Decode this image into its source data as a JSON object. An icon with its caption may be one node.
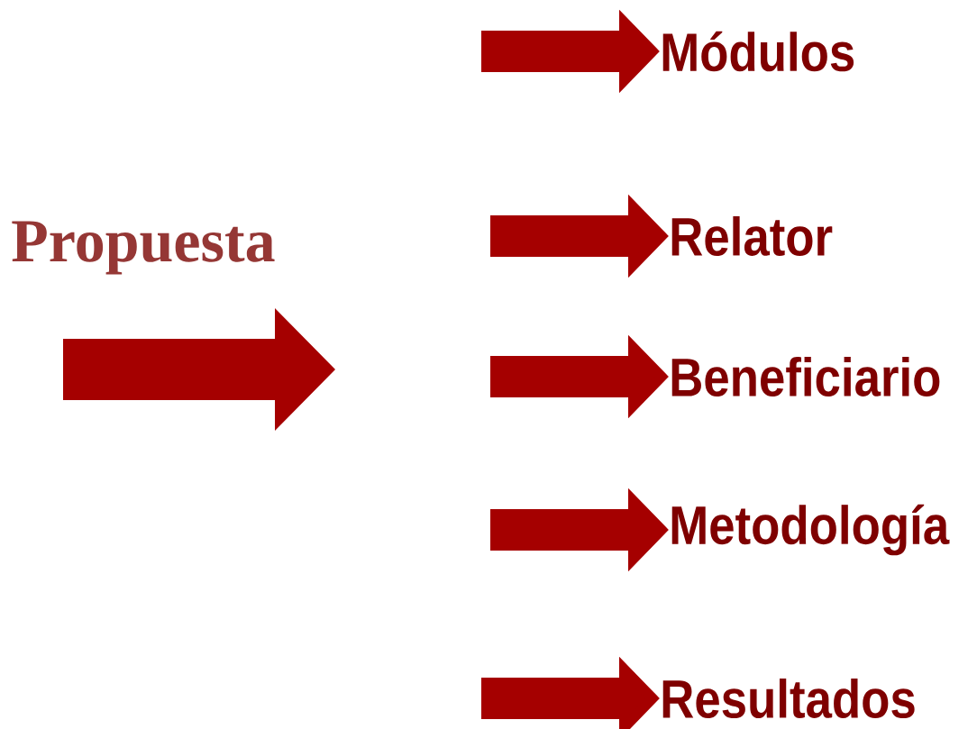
{
  "diagram": {
    "nodes": [
      {
        "text": [
          "Propuesta"
        ]
      },
      {
        "text": [
          "Módulos"
        ]
      },
      {
        "text": [
          "Relator"
        ]
      },
      {
        "text": [
          "Beneficiario"
        ]
      },
      {
        "text": [
          "Metodología"
        ]
      },
      {
        "text": [
          "Resultados"
        ]
      }
    ],
    "edges": [
      {
        "from": null,
        "to": 1,
        "arrow": "to"
      },
      {
        "from": null,
        "to": 2,
        "arrow": "to"
      },
      {
        "from": null,
        "to": 3,
        "arrow": "to"
      },
      {
        "from": null,
        "to": 4,
        "arrow": "to"
      },
      {
        "from": null,
        "to": 5,
        "arrow": "to"
      }
    ]
  }
}
